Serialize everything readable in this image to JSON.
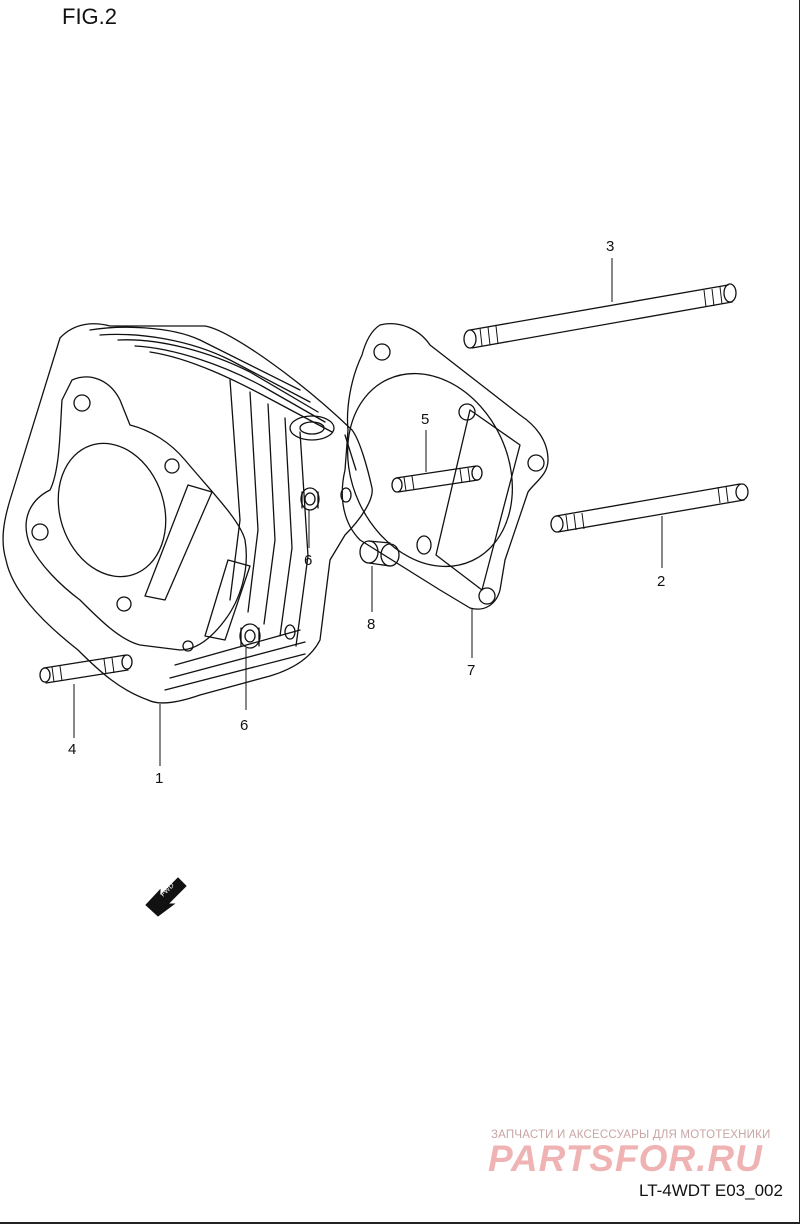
{
  "figure": {
    "title": "FIG.2"
  },
  "callouts": [
    {
      "id": "1",
      "label": "1"
    },
    {
      "id": "2",
      "label": "2"
    },
    {
      "id": "3",
      "label": "3"
    },
    {
      "id": "4",
      "label": "4"
    },
    {
      "id": "5",
      "label": "5"
    },
    {
      "id": "6a",
      "label": "6"
    },
    {
      "id": "6b",
      "label": "6"
    },
    {
      "id": "7",
      "label": "7"
    },
    {
      "id": "8",
      "label": "8"
    }
  ],
  "fwd_arrow": {
    "label": "FWD"
  },
  "watermark": {
    "subtitle": "ЗАПЧАСТИ И АКСЕССУАРЫ ДЛЯ МОТОТЕХНИКИ",
    "logo": "PARTSFOR.RU"
  },
  "diagram_code": "LT-4WDT E03_002"
}
